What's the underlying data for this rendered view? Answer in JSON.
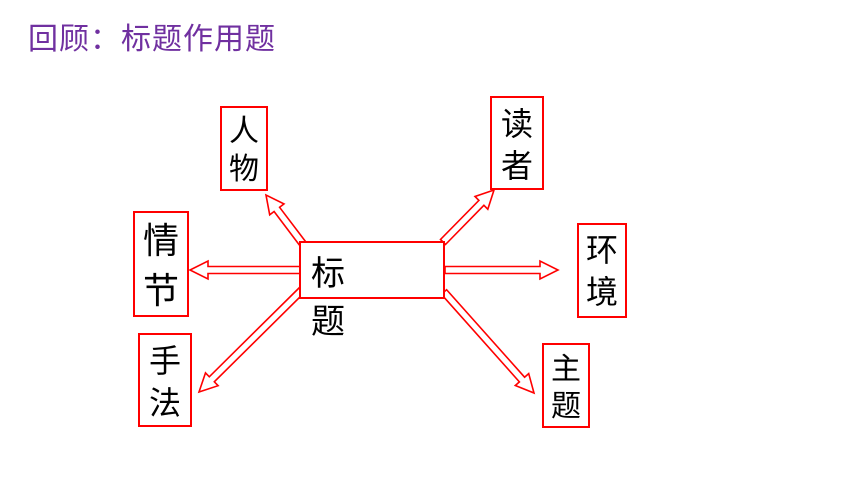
{
  "title": "回顾：标题作用题",
  "colors": {
    "title": "#7030a0",
    "accent": "#ff0000",
    "text": "#000000",
    "background": "#ffffff"
  },
  "center": {
    "label": "标题",
    "chars": [
      "标",
      "题"
    ]
  },
  "nodes": [
    {
      "id": "person",
      "label": "人物",
      "chars": [
        "人",
        "物"
      ]
    },
    {
      "id": "reader",
      "label": "读者",
      "chars": [
        "读",
        "者"
      ]
    },
    {
      "id": "plot",
      "label": "情节",
      "chars": [
        "情",
        "节"
      ]
    },
    {
      "id": "setting",
      "label": "环境",
      "chars": [
        "环",
        "境"
      ]
    },
    {
      "id": "method",
      "label": "手法",
      "chars": [
        "手",
        "法"
      ]
    },
    {
      "id": "theme",
      "label": "主题",
      "chars": [
        "主",
        "题"
      ]
    }
  ]
}
